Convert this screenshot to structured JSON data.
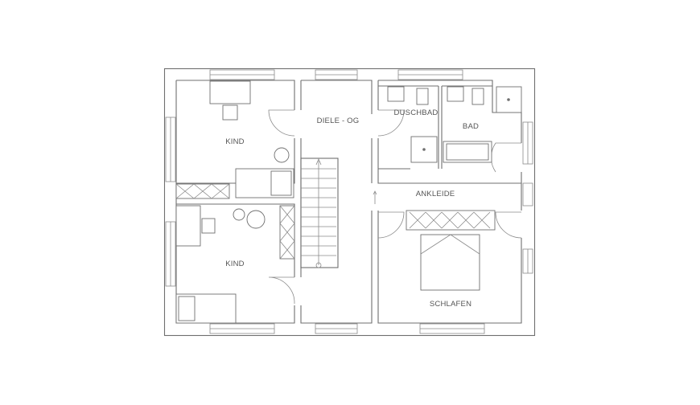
{
  "rooms": {
    "kind_top": "KIND",
    "kind_bottom": "KIND",
    "diele": "DIELE - OG",
    "duschbad": "DUSCHBAD",
    "bad": "BAD",
    "ankleide": "ANKLEIDE",
    "schlafen": "SCHLAFEN"
  },
  "colors": {
    "line": "#6f6f6f",
    "text": "#555555",
    "background": "#ffffff"
  }
}
